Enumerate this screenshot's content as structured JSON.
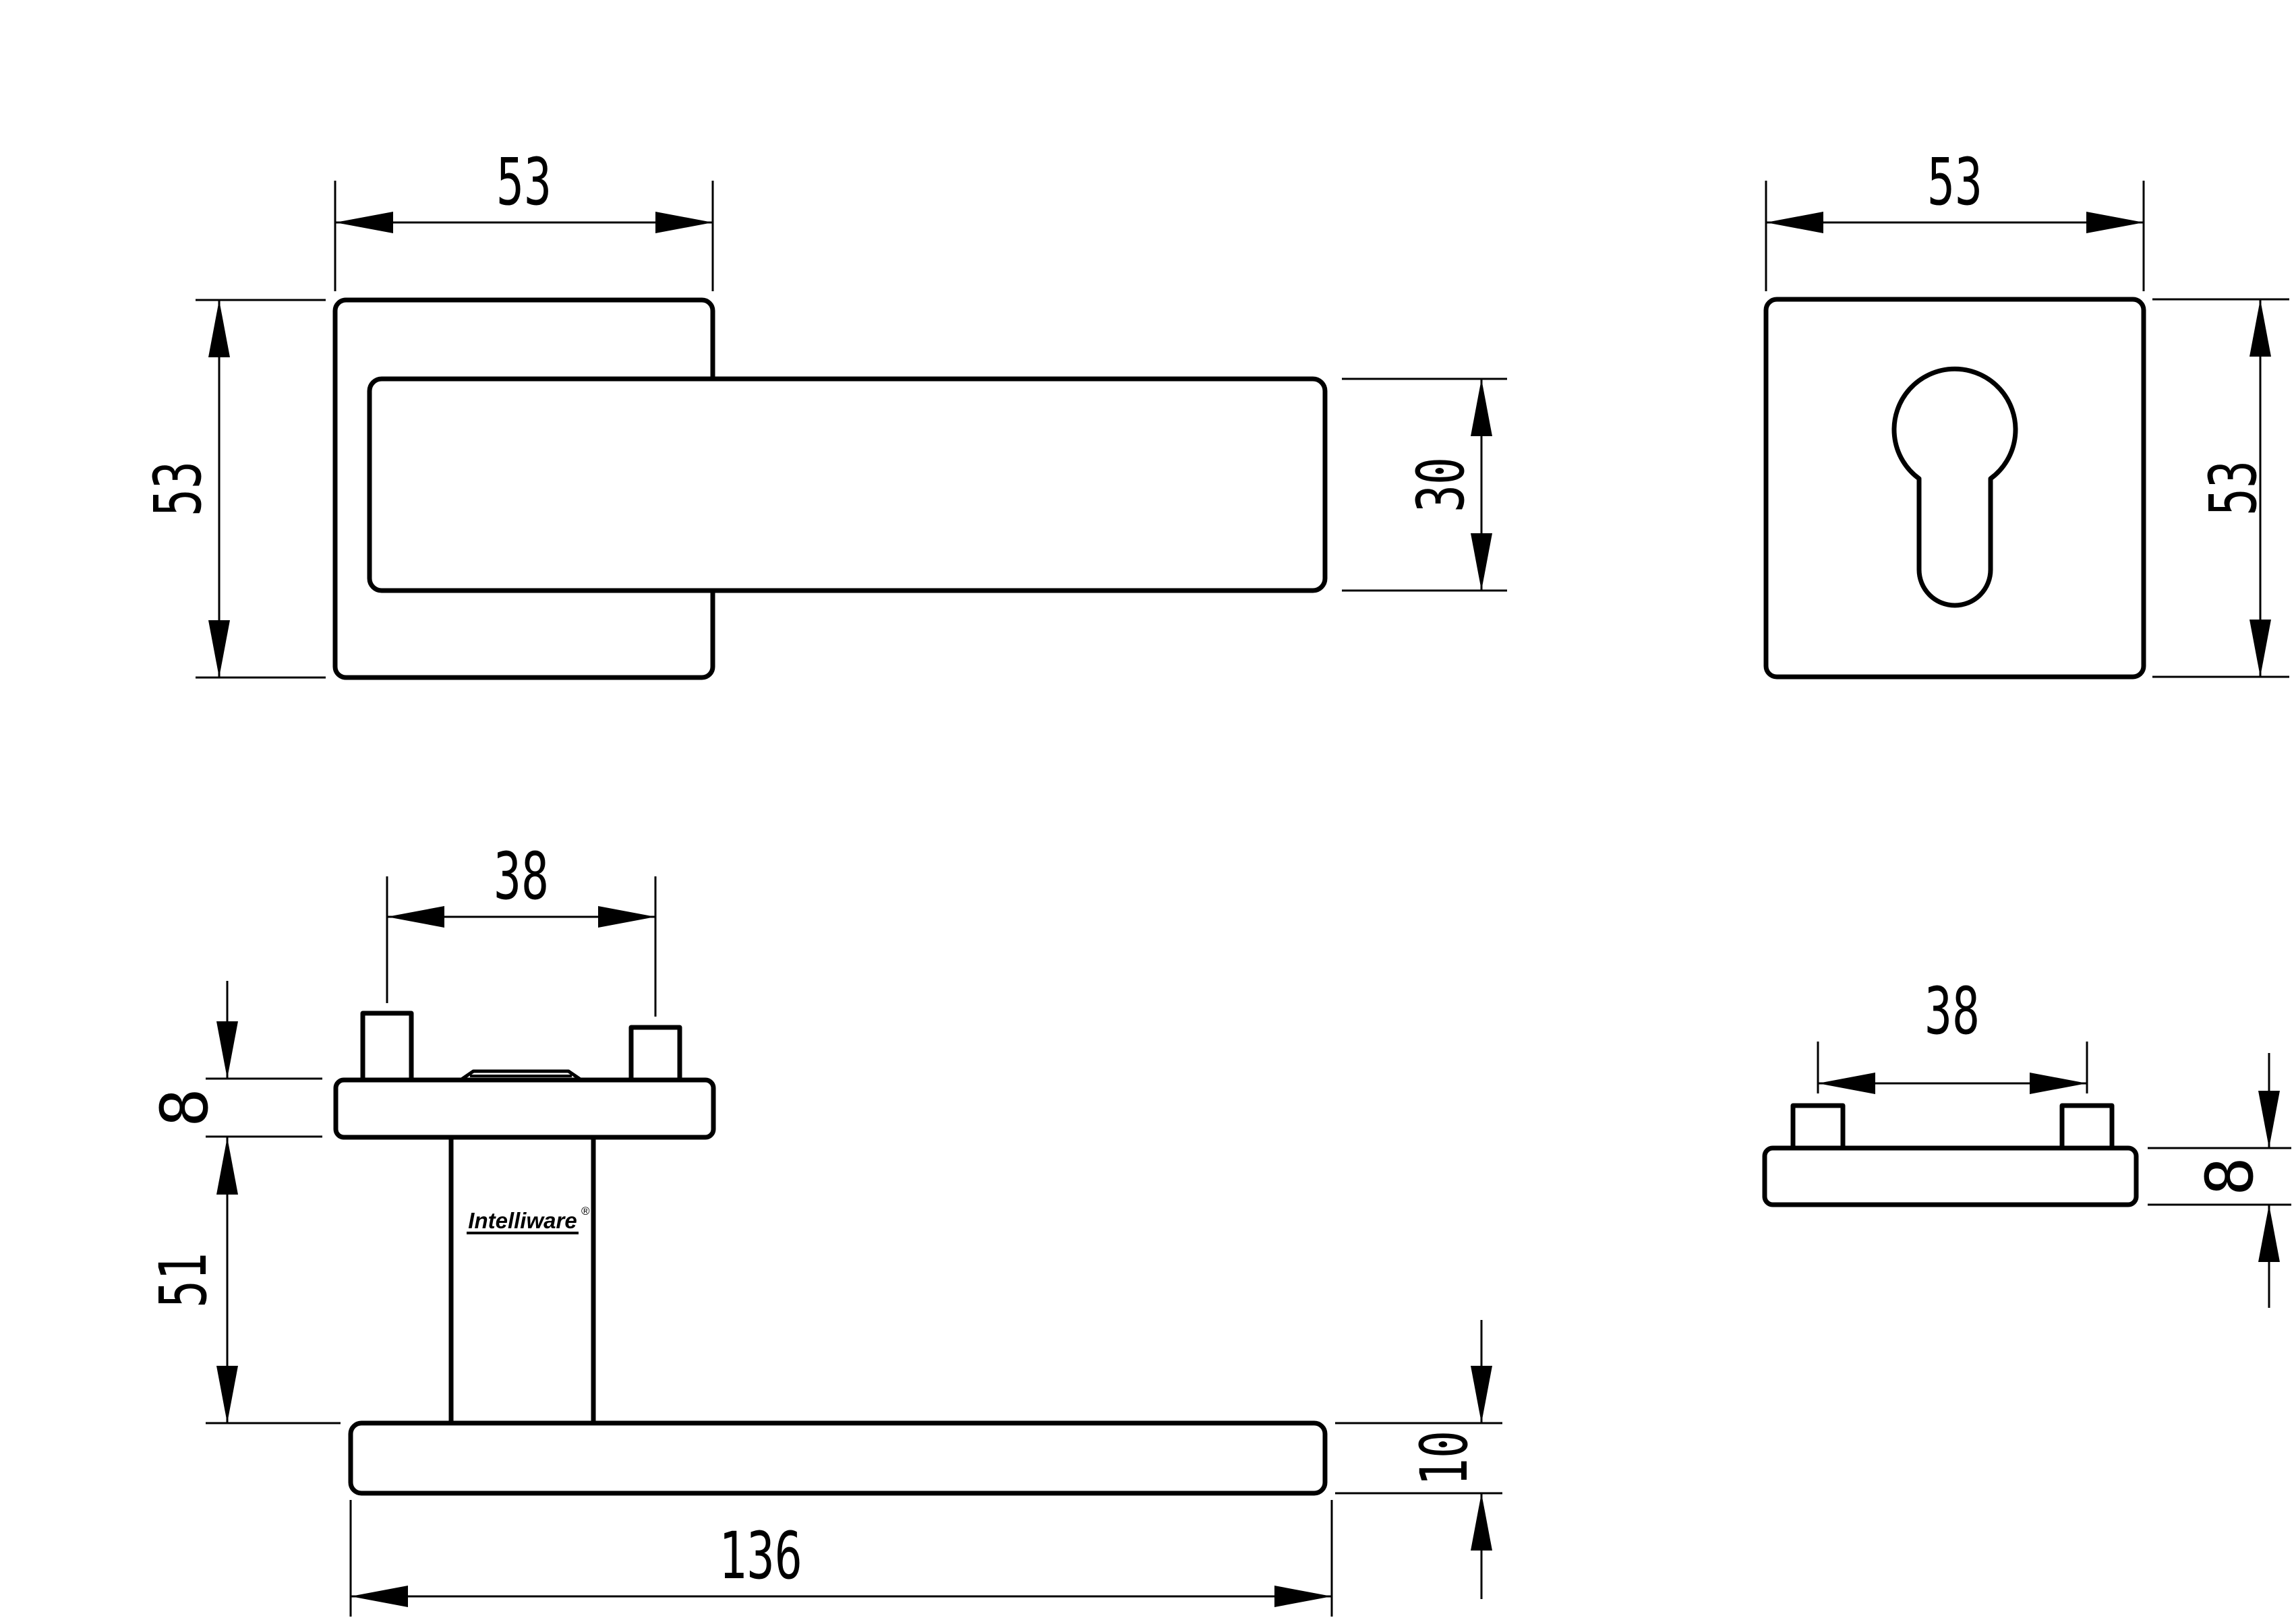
{
  "views": {
    "handle_front": {
      "width_label": "53",
      "height_label": "53",
      "lever_height_label": "30"
    },
    "escutcheon_front": {
      "width_label": "53",
      "height_label": "53"
    },
    "handle_side": {
      "post_spacing_label": "38",
      "plate_thickness_label": "8",
      "neck_length_label": "51",
      "lever_length_label": "136",
      "lever_thickness_label": "10",
      "brand": "Intelliware",
      "registered_mark": "®"
    },
    "escutcheon_side": {
      "post_spacing_label": "38",
      "plate_thickness_label": "8"
    }
  },
  "colors": {
    "line": "#000000",
    "background": "#ffffff"
  }
}
